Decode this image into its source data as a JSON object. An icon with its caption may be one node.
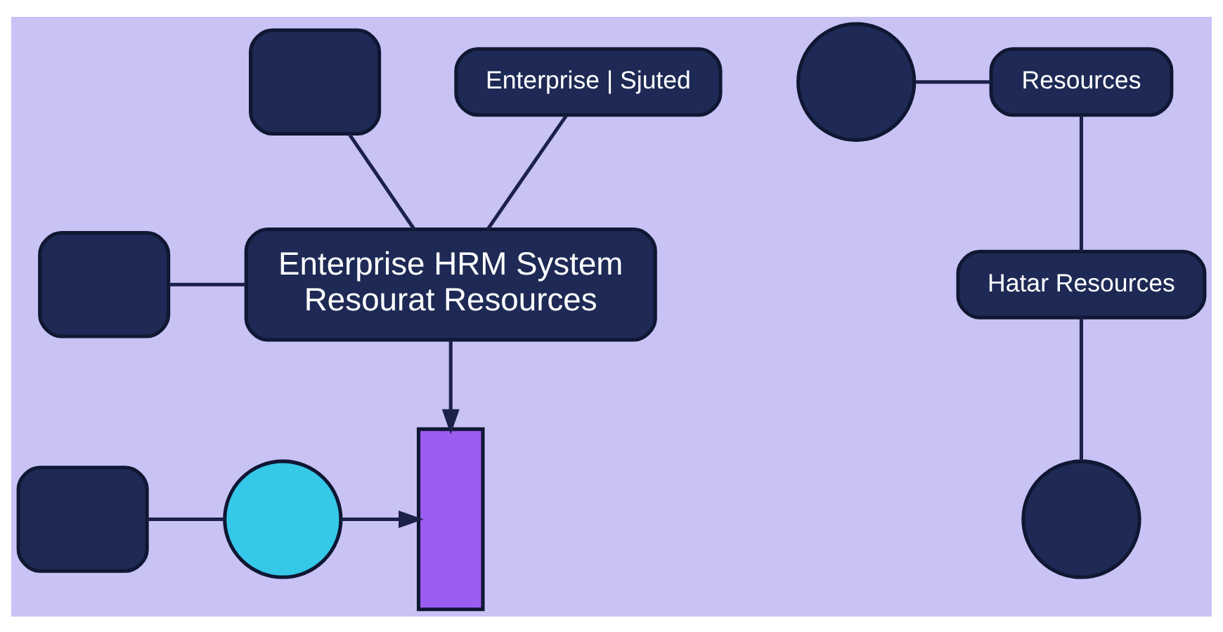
{
  "diagram": {
    "nodes": [
      {
        "text": [],
        "shape": "box"
      },
      {
        "text": [
          "Enterprise | Sjuted"
        ]
      },
      {
        "text": [],
        "shape": "circle"
      },
      {
        "text": [
          "Resources"
        ]
      },
      {
        "text": [
          "Enterprise HRM System",
          "Resourat Resources"
        ]
      },
      {
        "text": [],
        "shape": "box"
      },
      {
        "text": [
          "Hatar Resources"
        ]
      },
      {
        "text": [],
        "shape": "box"
      },
      {
        "text": [],
        "shape": "circle"
      },
      {
        "text": [],
        "shape": "bar"
      },
      {
        "text": [],
        "shape": "circle"
      }
    ],
    "edges": [
      {
        "from": 1,
        "to": 4,
        "arrow": "none"
      },
      {
        "from": 2,
        "to": 3,
        "arrow": "none"
      },
      {
        "from": 0,
        "to": 4,
        "arrow": "none"
      },
      {
        "from": 5,
        "to": 4,
        "arrow": "none"
      },
      {
        "from": 4,
        "to": 9,
        "arrow": "to"
      },
      {
        "from": 7,
        "to": 8,
        "arrow": "none"
      },
      {
        "from": 8,
        "to": 9,
        "arrow": "to"
      },
      {
        "from": 3,
        "to": 6,
        "arrow": "none"
      },
      {
        "from": 6,
        "to": 10,
        "arrow": "none"
      }
    ]
  }
}
